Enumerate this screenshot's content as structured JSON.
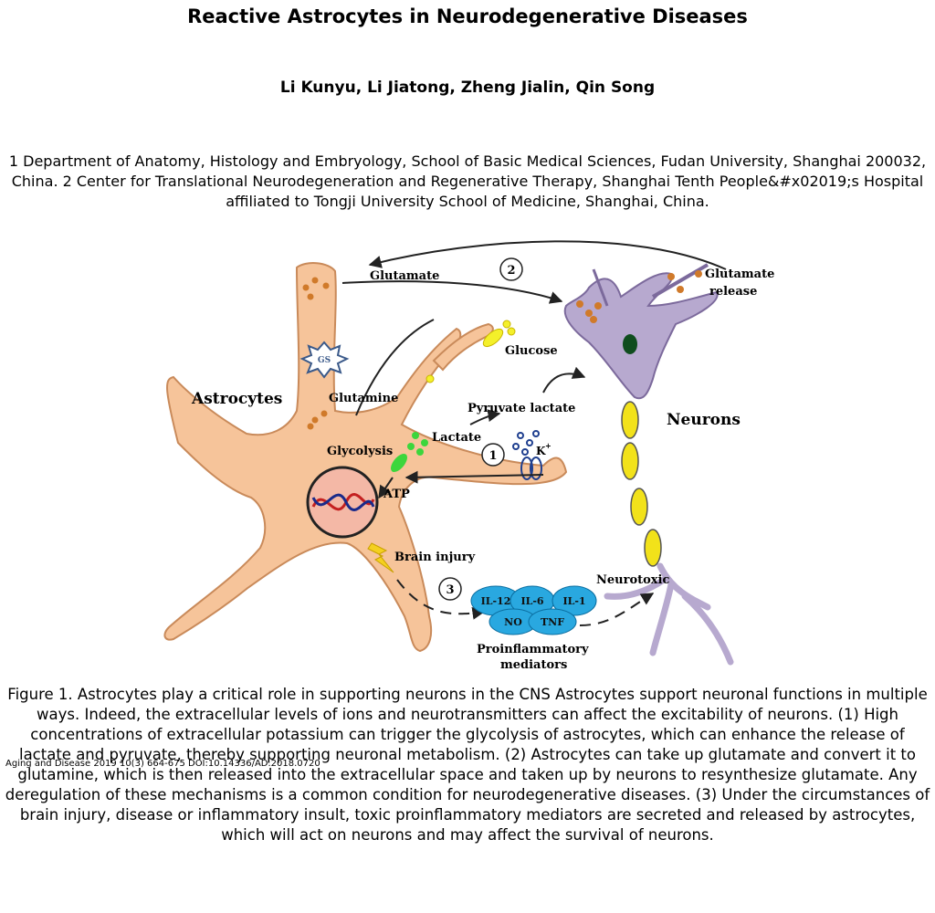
{
  "paper": {
    "title": "Reactive Astrocytes in Neurodegenerative Diseases",
    "authors": "Li Kunyu, Li Jiatong, Zheng Jialin, Qin Song",
    "affiliations": "1 Department of Anatomy, Histology and Embryology, School of Basic Medical Sciences, Fudan University, Shanghai 200032, China. 2 Center for Translational Neurodegeneration and Regenerative Therapy, Shanghai Tenth People&#x02019;s Hospital affiliated to Tongji University School of Medicine, Shanghai, China."
  },
  "figure": {
    "labels": {
      "glutamate": "Glutamate",
      "glutamate_release_1": "Glutamate",
      "glutamate_release_2": "release",
      "glucose": "Glucose",
      "astrocytes": "Astrocytes",
      "glutamine": "Glutamine",
      "pyruvate_lactate": "Pyruvate lactate",
      "lactate": "Lactate",
      "neurons": "Neurons",
      "glycolysis": "Glycolysis",
      "k_ion": "K",
      "k_sup": "+",
      "atp": "ATP",
      "brain_injury": "Brain injury",
      "neurotoxic": "Neurotoxic",
      "gs": "GS",
      "proinflammatory_1": "Proinflammatory",
      "proinflammatory_2": "mediators"
    },
    "step_numbers": {
      "one": "1",
      "two": "2",
      "three": "3"
    },
    "mediators": [
      "IL-12",
      "IL-6",
      "IL-1",
      "NO",
      "TNF"
    ],
    "colors": {
      "astrocyte_fill": "#f6c49a",
      "astrocyte_stroke": "#c98a5a",
      "neuron_fill": "#b7a9cf",
      "neuron_stroke": "#7c6a9c",
      "axon_myelin": "#f2e21a",
      "mediator_fill": "#29a8e0",
      "nucleus_dark": "#0f4d1e",
      "vesicle": "#d07a2a",
      "lactate_green": "#3cd63c",
      "glucose_yellow": "#f4f02a",
      "potassium_blue": "#1f3f8f"
    }
  },
  "caption": {
    "text": "Figure 1.     Astrocytes play a critical role in supporting neurons in the CNS  Astrocytes support neuronal functions in multiple ways. Indeed, the extracellular levels of ions and neurotransmitters can affect the excitability of neurons. (1) High concentrations of extracellular potassium can trigger the glycolysis of astrocytes, which can enhance the release of lactate and pyruvate, thereby supporting neuronal metabolism. (2) Astrocytes can take up glutamate and convert it to glutamine, which is then released into the extracellular space and taken up by neurons to resynthesize glutamate. Any deregulation of these mechanisms is a common condition for neurodegenerative diseases. (3) Under the circumstances of brain injury, disease or inflammatory insult, toxic proinflammatory mediators are secreted and released by astrocytes, which will act on neurons and may affect the survival of neurons."
  },
  "citation": "Aging and Disease 2019 10(3) 664-675 DOI:10.14336/AD.2018.0720"
}
